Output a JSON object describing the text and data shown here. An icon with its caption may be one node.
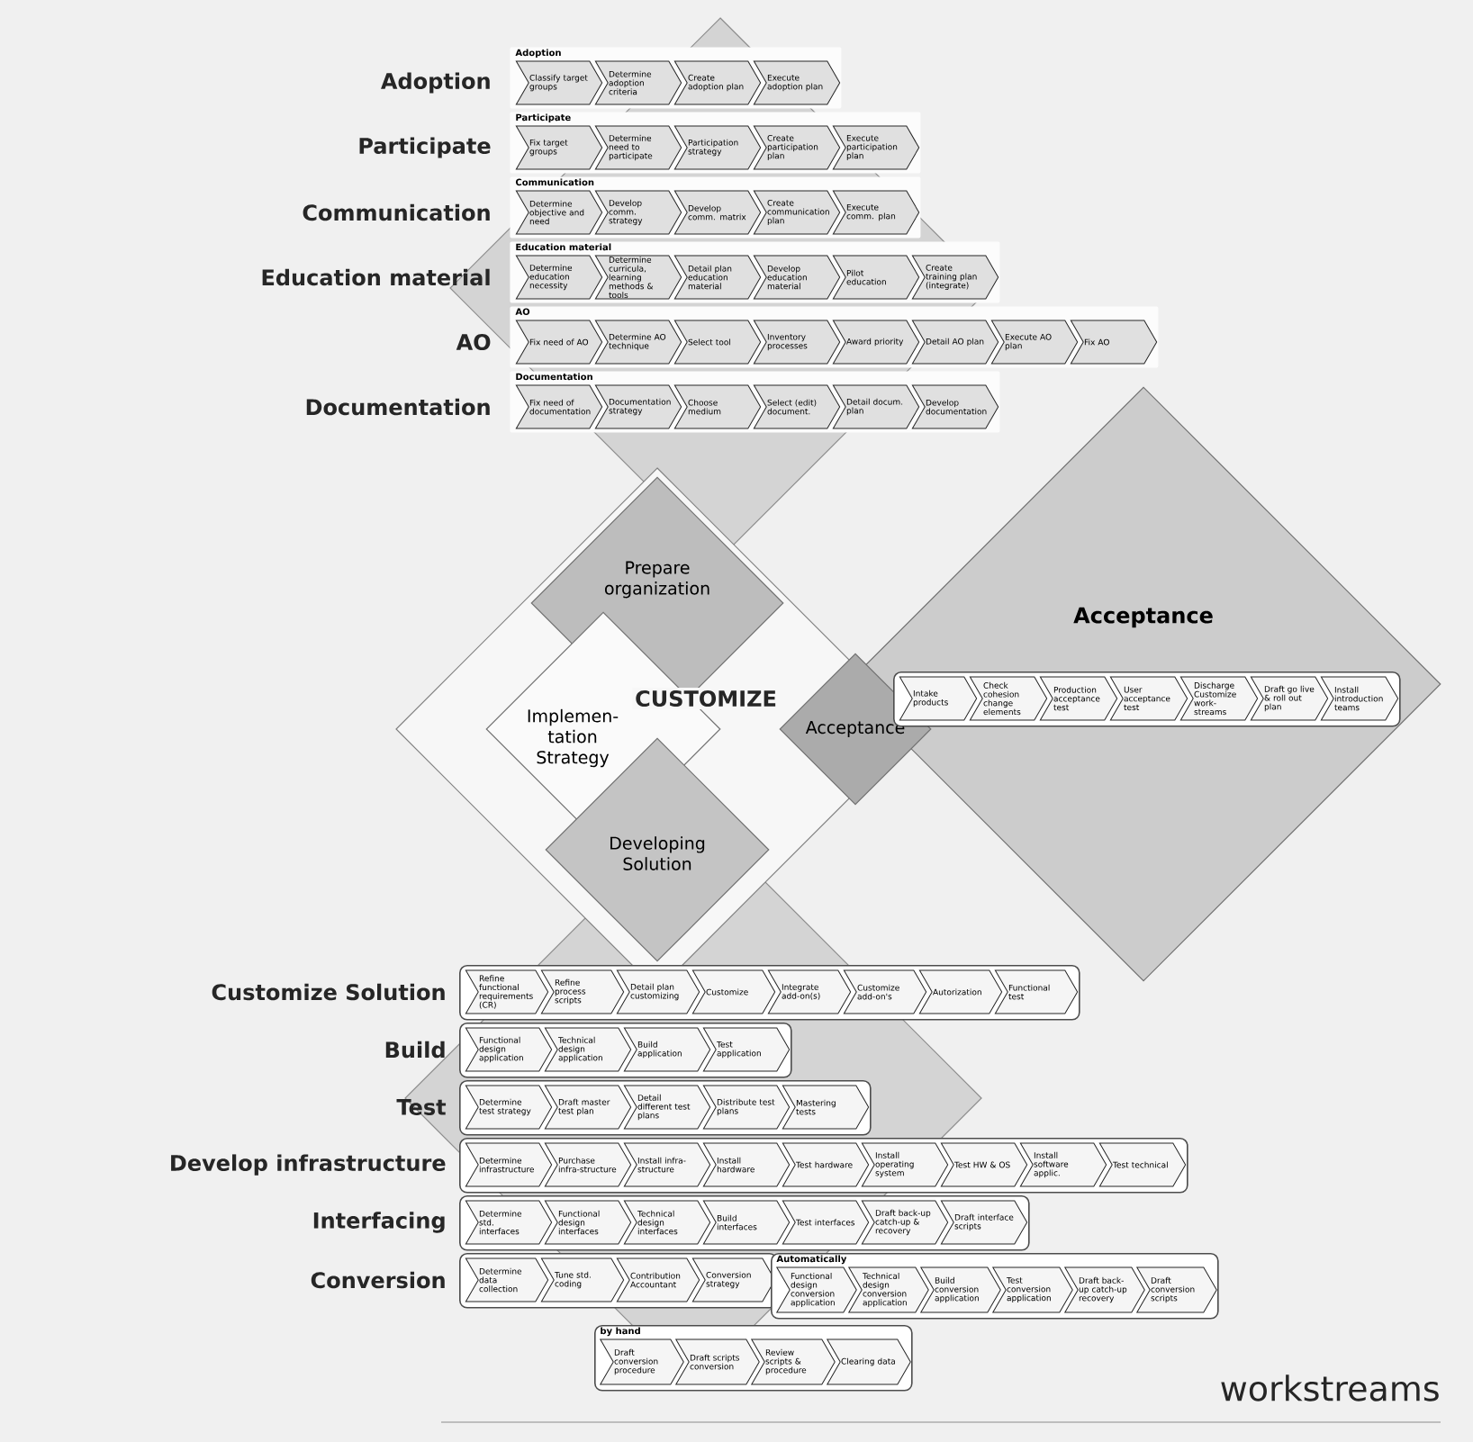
{
  "diagram": {
    "nodes": [
      {
        "text": [
          "Adoption",
          "Adoption"
        ]
      },
      {
        "text": [
          "Classify target groups"
        ],
        "in": 0
      },
      {
        "text": [
          "Determine adoption criteria"
        ],
        "in": 0
      },
      {
        "text": [
          "Create adoption plan"
        ],
        "in": 0
      },
      {
        "text": [
          "Execute adoption plan"
        ],
        "in": 0
      },
      {
        "text": [
          "Participate",
          "Participate"
        ]
      },
      {
        "text": [
          "Fix target groups"
        ],
        "in": 5
      },
      {
        "text": [
          "Determine need to participate"
        ],
        "in": 5
      },
      {
        "text": [
          "Participation strategy"
        ],
        "in": 5
      },
      {
        "text": [
          "Create participation plan"
        ],
        "in": 5
      },
      {
        "text": [
          "Execute participation plan"
        ],
        "in": 5
      },
      {
        "text": [
          "Communication",
          "Communication"
        ]
      },
      {
        "text": [
          "Determine objective and need"
        ],
        "in": 11
      },
      {
        "text": [
          "Develop comm. strategy"
        ],
        "in": 11
      },
      {
        "text": [
          "Develop comm. matrix"
        ],
        "in": 11
      },
      {
        "text": [
          "Create communication plan"
        ],
        "in": 11
      },
      {
        "text": [
          "Execute comm. plan"
        ],
        "in": 11
      },
      {
        "text": [
          "Education material",
          "Education material"
        ]
      },
      {
        "text": [
          "Determine education necessity"
        ],
        "in": 17
      },
      {
        "text": [
          "Determine curricula, learning methods & tools"
        ],
        "in": 17
      },
      {
        "text": [
          "Detail plan education material"
        ],
        "in": 17
      },
      {
        "text": [
          "Develop education material"
        ],
        "in": 17
      },
      {
        "text": [
          "Pilot education"
        ],
        "in": 17
      },
      {
        "text": [
          "Create training plan (integrate)"
        ],
        "in": 17
      },
      {
        "text": [
          "AO",
          "AO"
        ]
      },
      {
        "text": [
          "Fix need of AO"
        ],
        "in": 24
      },
      {
        "text": [
          "Determine AO technique"
        ],
        "in": 24
      },
      {
        "text": [
          "Select tool"
        ],
        "in": 24
      },
      {
        "text": [
          "Inventory processes"
        ],
        "in": 24
      },
      {
        "text": [
          "Award priority"
        ],
        "in": 24
      },
      {
        "text": [
          "Detail AO plan"
        ],
        "in": 24
      },
      {
        "text": [
          "Execute AO plan"
        ],
        "in": 24
      },
      {
        "text": [
          "Fix AO"
        ],
        "in": 24
      },
      {
        "text": [
          "Documentation",
          "Documentation"
        ]
      },
      {
        "text": [
          "Fix need of documentation"
        ],
        "in": 33
      },
      {
        "text": [
          "Documentation strategy"
        ],
        "in": 33
      },
      {
        "text": [
          "Choose medium"
        ],
        "in": 33
      },
      {
        "text": [
          "Select (edit) document."
        ],
        "in": 33
      },
      {
        "text": [
          "Detail docum. plan"
        ],
        "in": 33
      },
      {
        "text": [
          "Develop documentation"
        ],
        "in": 33
      },
      {
        "text": [
          "Prepare organization"
        ]
      },
      {
        "text": [
          "Implemen-tation Strategy"
        ]
      },
      {
        "text": [
          "Acceptance"
        ]
      },
      {
        "text": [
          "Acceptance"
        ]
      },
      {
        "text": [],
        "shape": "box",
        "in": 43
      },
      {
        "text": [
          "Intake products"
        ],
        "in": 44
      },
      {
        "text": [
          "Check cohesion change elements"
        ],
        "in": 44
      },
      {
        "text": [
          "Production acceptance test"
        ],
        "in": 44
      },
      {
        "text": [
          "User acceptance test"
        ],
        "in": 44
      },
      {
        "text": [
          "Discharge Customize work-streams"
        ],
        "in": 44
      },
      {
        "text": [
          "Draft go live & roll out plan"
        ],
        "in": 44
      },
      {
        "text": [
          "Install introduction teams"
        ],
        "in": 44
      },
      {
        "text": [
          "Developing Solution"
        ]
      },
      {
        "text": [
          "Customize Solution"
        ]
      },
      {
        "text": [
          "Refine functional requirements (CR)"
        ],
        "in": 53
      },
      {
        "text": [
          "Refine process scripts"
        ],
        "in": 53
      },
      {
        "text": [
          "Detail plan customizing"
        ],
        "in": 53
      },
      {
        "text": [
          "Customize"
        ],
        "in": 53
      },
      {
        "text": [
          "Integrate add-on(s)"
        ],
        "in": 53
      },
      {
        "text": [
          "Customize add-on's"
        ],
        "in": 53
      },
      {
        "text": [
          "Autorization"
        ],
        "in": 53
      },
      {
        "text": [
          "Functional test"
        ],
        "in": 53
      },
      {
        "text": [
          "Build"
        ]
      },
      {
        "text": [
          "Functional design application"
        ],
        "in": 62
      },
      {
        "text": [
          "Technical design application"
        ],
        "in": 62
      },
      {
        "text": [
          "Build application"
        ],
        "in": 62
      },
      {
        "text": [
          "Test application"
        ],
        "in": 62
      },
      {
        "text": [
          "Test"
        ]
      },
      {
        "text": [
          "Determine test strategy"
        ],
        "in": 67
      },
      {
        "text": [
          "Draft master test plan"
        ],
        "in": 67
      },
      {
        "text": [
          "Detail different test plans"
        ],
        "in": 67
      },
      {
        "text": [
          "Distribute test plans"
        ],
        "in": 67
      },
      {
        "text": [
          "Mastering tests"
        ],
        "in": 67
      },
      {
        "text": [
          "Develop infrastructure"
        ]
      },
      {
        "text": [
          "Determine infrastructure"
        ],
        "in": 73
      },
      {
        "text": [
          "Purchase infra-structure"
        ],
        "in": 73
      },
      {
        "text": [
          "Install infra-structure"
        ],
        "in": 73
      },
      {
        "text": [
          "Install hardware"
        ],
        "in": 73
      },
      {
        "text": [
          "Test hardware"
        ],
        "in": 73
      },
      {
        "text": [
          "Install operating system"
        ],
        "in": 73
      },
      {
        "text": [
          "Test HW & OS"
        ],
        "in": 73
      },
      {
        "text": [
          "Install software applic."
        ],
        "in": 73
      },
      {
        "text": [
          "Test technical"
        ],
        "in": 73
      },
      {
        "text": [
          "Interfacing"
        ]
      },
      {
        "text": [
          "Determine std. interfaces"
        ],
        "in": 83
      },
      {
        "text": [
          "Functional design interfaces"
        ],
        "in": 83
      },
      {
        "text": [
          "Technical design interfaces"
        ],
        "in": 83
      },
      {
        "text": [
          "Build interfaces"
        ],
        "in": 83
      },
      {
        "text": [
          "Test interfaces"
        ],
        "in": 83
      },
      {
        "text": [
          "Draft back-up catch-up & recovery"
        ],
        "in": 83
      },
      {
        "text": [
          "Draft interface scripts"
        ],
        "in": 83
      },
      {
        "text": [
          "Conversion"
        ]
      },
      {
        "text": [
          "Determine data collection"
        ],
        "in": 91
      },
      {
        "text": [
          "Tune std. coding"
        ],
        "in": 91
      },
      {
        "text": [
          "Contribution Accountant"
        ],
        "in": 91
      },
      {
        "text": [
          "Conversion strategy"
        ],
        "in": 91
      },
      {
        "text": [
          "Automatically"
        ]
      },
      {
        "text": [
          "Functional design conversion application"
        ],
        "in": 96
      },
      {
        "text": [
          "Technical design conversion application"
        ],
        "in": 96
      },
      {
        "text": [
          "Build conversion application"
        ],
        "in": 96
      },
      {
        "text": [
          "Test conversion application"
        ],
        "in": 96
      },
      {
        "text": [
          "Draft back-up catch-up recovery"
        ],
        "in": 96
      },
      {
        "text": [
          "Draft conversion scripts"
        ],
        "in": 96
      },
      {
        "text": [
          "by hand"
        ]
      },
      {
        "text": [
          "Draft conversion procedure"
        ],
        "in": 103
      },
      {
        "text": [
          "Draft scripts conversion"
        ],
        "in": 103
      },
      {
        "text": [
          "Review scripts & procedure"
        ],
        "in": 103
      },
      {
        "text": [
          "Clearing data"
        ],
        "in": 103
      }
    ],
    "labels": [
      "CUSTOMIZE",
      "workstreams"
    ]
  }
}
